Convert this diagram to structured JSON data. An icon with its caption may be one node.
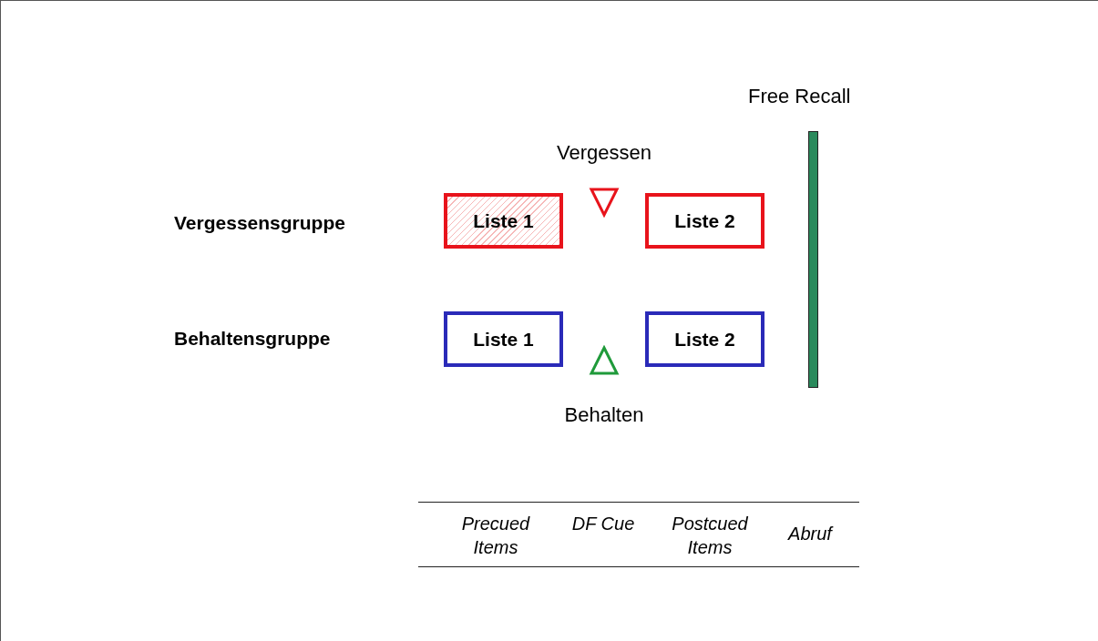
{
  "diagram": {
    "nodes": [
      {
        "text": [
          "Free Recall"
        ]
      },
      {
        "text": [
          "Vergessen"
        ]
      },
      {
        "text": [
          "Liste 1"
        ]
      },
      {
        "text": [
          "Liste 2"
        ]
      },
      {
        "text": [
          "Liste 1"
        ]
      },
      {
        "text": [
          "Liste 2"
        ]
      },
      {
        "text": [
          "Behalten"
        ]
      }
    ],
    "labels": [
      "Vergessensgruppe",
      "Behaltensgruppe",
      "Precued Items",
      "DF Cue",
      "Postcued Items",
      "Abruf"
    ]
  }
}
